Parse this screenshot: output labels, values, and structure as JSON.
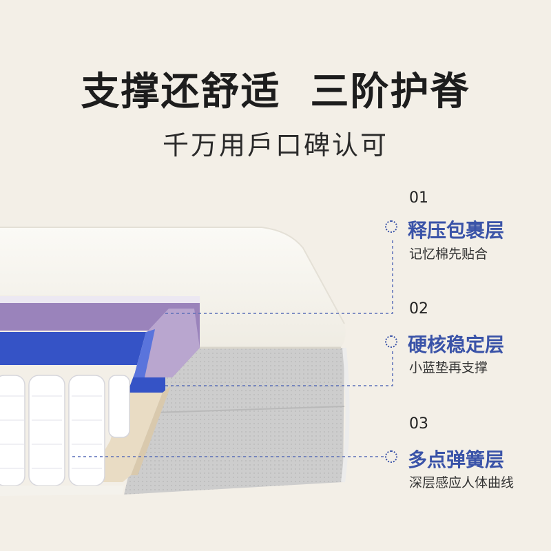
{
  "header": {
    "title": "支撑还舒适  三阶护脊",
    "subtitle": "千万用戶口碑认可"
  },
  "layers": [
    {
      "number": "01",
      "title": "释压包裹层",
      "description": "记忆棉先贴合"
    },
    {
      "number": "02",
      "title": "硬核稳定层",
      "description": "小蓝垫再支撑"
    },
    {
      "number": "03",
      "title": "多点弹簧层",
      "description": "深层感应人体曲线"
    }
  ],
  "colors": {
    "background": "#f3efe7",
    "accent": "#3a53a8",
    "memory_foam": "#9a83bb",
    "blue_pad": "#3553c6",
    "spring": "#ffffff",
    "side_panel": "#cfcfcf"
  }
}
